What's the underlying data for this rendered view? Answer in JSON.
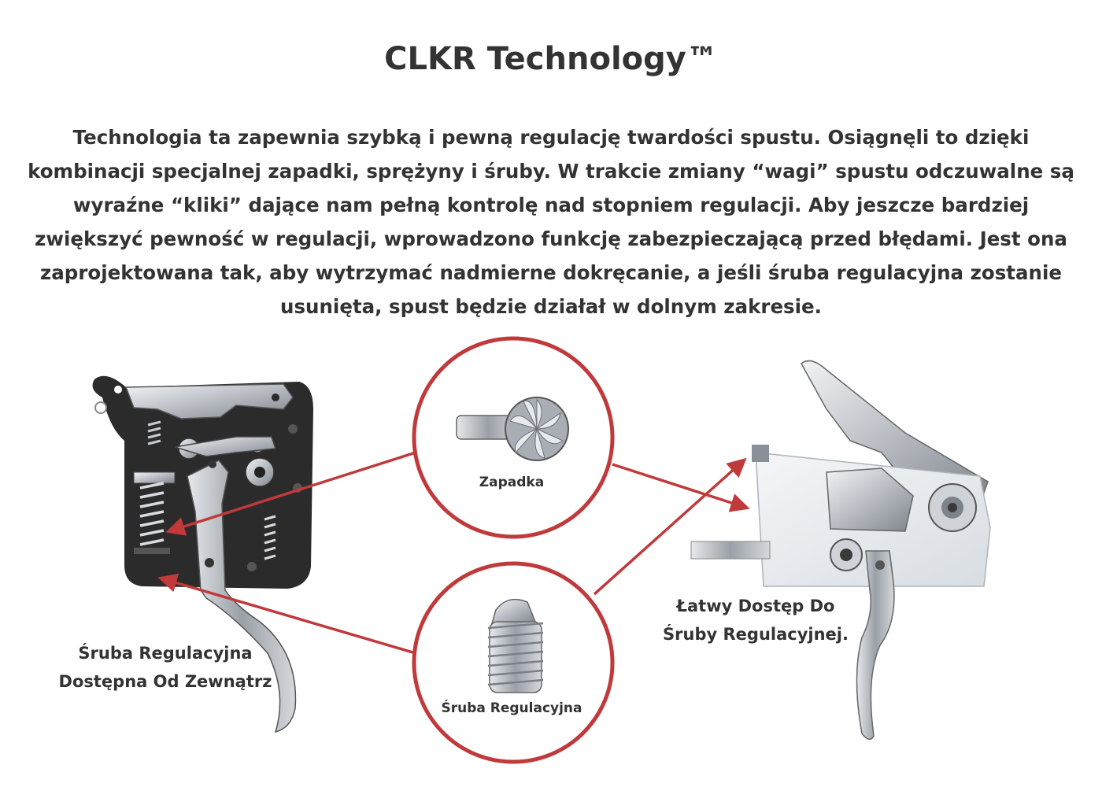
{
  "title": "CLKR Technology™",
  "description": "Technologia ta zapewnia szybką i pewną regulację twardości spustu. Osiągnęli to dzięki kombinacji specjalnej zapadki, sprężyny i śruby. W trakcie zmiany “wagi” spustu odczuwalne są wyraźne “kliki” dające nam pełną kontrolę nad stopniem regulacji.  Aby jeszcze bardziej zwiększyć pewność w regulacji, wprowadzono funkcję zabezpieczającą przed błędami. Jest ona zaprojektowana tak, aby wytrzymać nadmierne dokręcanie, a jeśli śruba regulacyjna zostanie usunięta, spust będzie działał w dolnym zakresie.",
  "labels": {
    "left_caption_line1": "Śruba Regulacyjna",
    "left_caption_line2": "Dostępna Od Zewnątrz",
    "right_caption_line1": "Łatwy Dostęp Do",
    "right_caption_line2": "Śruby Regulacyjnej.",
    "zapadka": "Zapadka",
    "sruba": "Śruba Regulacyjna"
  },
  "colors": {
    "accent_red": "#c0393b",
    "text": "#333333",
    "metal_dark": "#2b2b2b",
    "metal_light": "#c9cdd2"
  },
  "icons": [
    "trigger-mechanism-left",
    "trigger-assembly-right",
    "detent-pin",
    "adjustment-screw"
  ]
}
